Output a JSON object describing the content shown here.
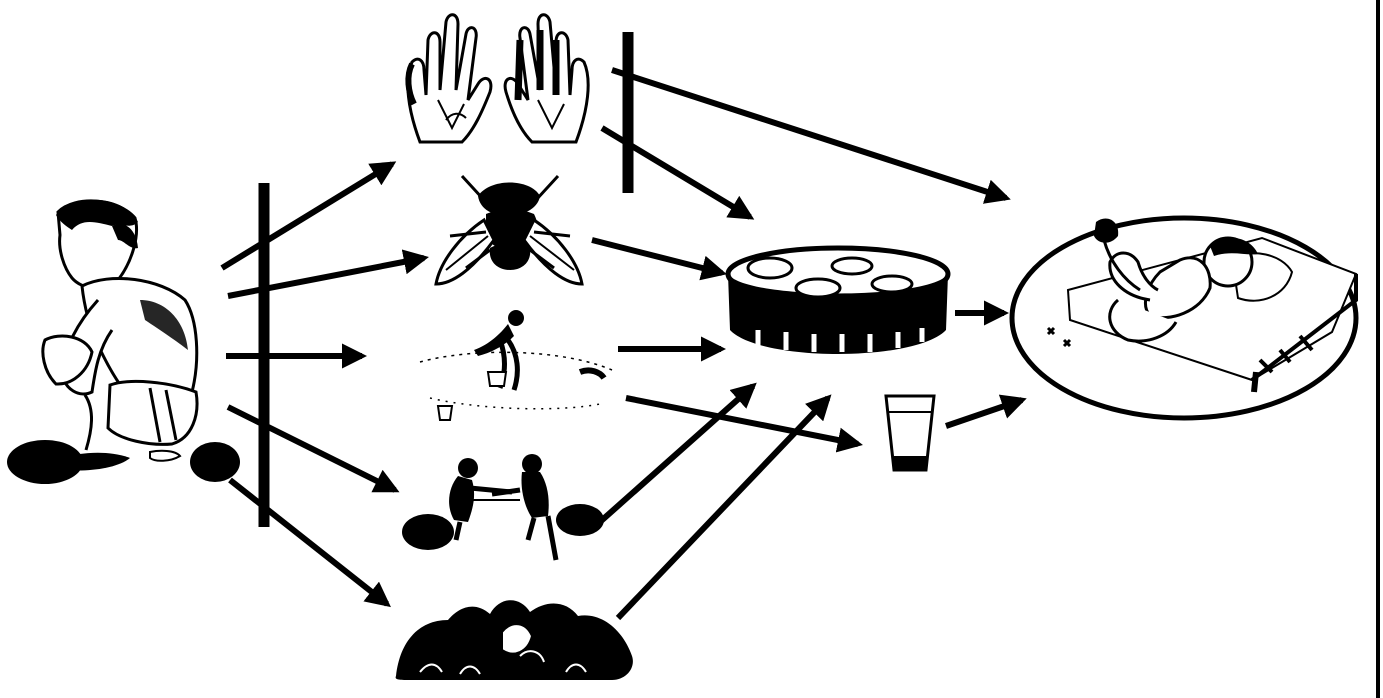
{
  "diagram": {
    "type": "f-diagram",
    "sources": [
      "person-defecating-in-open"
    ],
    "routes": [
      "hands",
      "fly",
      "field-water",
      "children-playing-in-soil",
      "crops"
    ],
    "intermediates": [
      "food",
      "water-glass"
    ],
    "outcome": "sick-child-in-bed",
    "barriers": [
      "barrier-after-source",
      "barrier-at-hands"
    ],
    "colors": {
      "ink": "#000000",
      "paper": "#ffffff"
    }
  }
}
